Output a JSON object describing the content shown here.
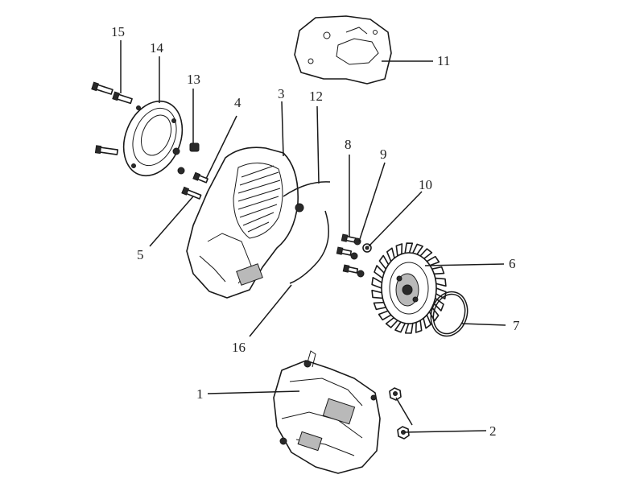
{
  "callouts": [
    {
      "id": "1",
      "text": "1"
    },
    {
      "id": "2",
      "text": "2"
    },
    {
      "id": "3",
      "text": "3"
    },
    {
      "id": "4",
      "text": "4"
    },
    {
      "id": "5",
      "text": "5"
    },
    {
      "id": "6",
      "text": "6"
    },
    {
      "id": "7",
      "text": "7"
    },
    {
      "id": "8",
      "text": "8"
    },
    {
      "id": "9",
      "text": "9"
    },
    {
      "id": "10",
      "text": "10"
    },
    {
      "id": "11",
      "text": "11"
    },
    {
      "id": "12",
      "text": "12"
    },
    {
      "id": "13",
      "text": "13"
    },
    {
      "id": "14",
      "text": "14"
    },
    {
      "id": "15",
      "text": "15"
    },
    {
      "id": "16",
      "text": "16"
    }
  ],
  "colors": {
    "line": "#1a1a1a",
    "background": "#ffffff",
    "shade": "#b9b9b9"
  }
}
